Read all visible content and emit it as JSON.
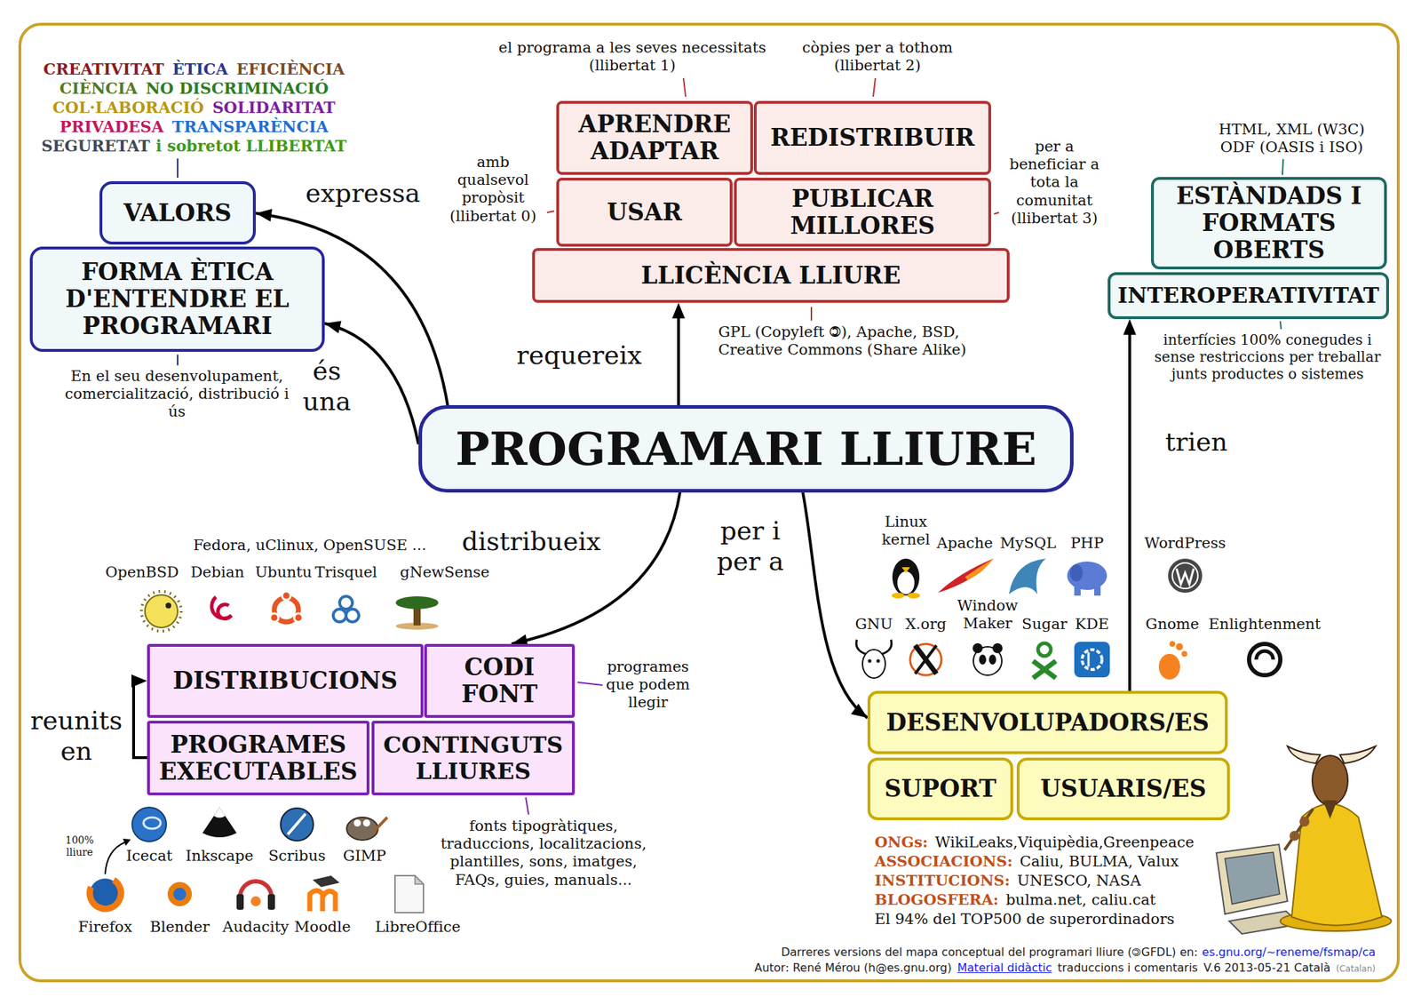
{
  "diagram": {
    "nodes": [
      {
        "text": [
          "VALORS"
        ]
      },
      {
        "text": [
          "FORMA ÈTICA D'ENTENDRE EL PROGRAMARI"
        ]
      },
      {
        "text": [
          "APRENDRE ADAPTAR"
        ]
      },
      {
        "text": [
          "REDISTRIBUIR"
        ]
      },
      {
        "text": [
          "USAR"
        ]
      },
      {
        "text": [
          "PUBLICAR MILLORES"
        ]
      },
      {
        "text": [
          "LLICÈNCIA LLIURE"
        ]
      },
      {
        "text": [
          "ESTÀNDADS I FORMATS OBERTS"
        ]
      },
      {
        "text": [
          "INTEROPERATIVITAT"
        ]
      },
      {
        "text": [
          "PROGRAMARI LLIURE"
        ]
      },
      {
        "text": [
          "DISTRIBUCIONS"
        ]
      },
      {
        "text": [
          "CODI FONT"
        ]
      },
      {
        "text": [
          "PROGRAMES EXECUTABLES"
        ]
      },
      {
        "text": [
          "CONTINGUTS LLIURES"
        ]
      },
      {
        "text": [
          "DESENVOLUPADORS/ES"
        ]
      },
      {
        "text": [
          "SUPORT"
        ]
      },
      {
        "text": [
          "USUARIS/ES"
        ]
      }
    ],
    "edges": [
      {
        "from": 9,
        "to": 0,
        "arrow": "to",
        "label": "expressa"
      },
      {
        "from": 9,
        "to": 1,
        "arrow": "to",
        "label": "és una"
      },
      {
        "from": 9,
        "to": 6,
        "arrow": "to",
        "label": "requereix"
      },
      {
        "from": 9,
        "to": 11,
        "arrow": "to",
        "label": "distribueix"
      },
      {
        "from": 9,
        "to": 14,
        "arrow": "to",
        "label": "per i per a"
      },
      {
        "from": 14,
        "to": 8,
        "arrow": "to",
        "label": "trien"
      },
      {
        "from": 12,
        "to": 10,
        "arrow": "to",
        "label": "reunits en"
      }
    ],
    "labels": [
      "CREATIVITAT",
      "ÈTICA",
      "EFICIÈNCIA",
      "CIÈNCIA",
      "NO DISCRIMINACIÓ",
      "COL·LABORACIÓ",
      "SOLIDARITAT",
      "PRIVADESA",
      "TRANSPARÈNCIA",
      "SEGURETAT",
      "i sobretot LLIBERTAT",
      "En el seu desenvolupament, comercialització, distribució i ús",
      "el programa a les seves necessitats (llibertat 1)",
      "còpies per a tothom (llibertat 2)",
      "amb qualsevol propòsit (llibertat 0)",
      "per a beneficiar a tota la comunitat (llibertat 3)",
      "GPL (Copyleft 🄯), Apache, BSD, Creative Commons (Share Alike)",
      "HTML, XML (W3C) ODF (OASIS i ISO)",
      "interfícies 100% conegudes i sense restriccions per treballar junts productes o sistemes",
      "Fedora, uClinux, OpenSUSE ...",
      "OpenBSD",
      "Debian",
      "Ubuntu",
      "Trisquel",
      "gNewSense",
      "programes que podem llegir",
      "fonts tipogràtiques, traduccions, localitzacions, plantilles, sons, imatges, FAQs, guies, manuals...",
      "100% lliure",
      "Icecat",
      "Inkscape",
      "Scribus",
      "GIMP",
      "Firefox",
      "Blender",
      "Audacity",
      "Moodle",
      "LibreOffice",
      "Linux kernel",
      "Apache",
      "MySQL",
      "PHP",
      "WordPress",
      "GNU",
      "X.org",
      "Window Maker",
      "Sugar",
      "KDE",
      "Gnome",
      "Enlightenment",
      "ONGs:",
      "WikiLeaks,Viquipèdia,Greenpeace",
      "ASSOCIACIONS:",
      "Caliu, BULMA, Valux",
      "INSTITUCIONS:",
      "UNESCO, NASA",
      "BLOGOSFERA:",
      "bulma.net, caliu.cat",
      "El 94% del TOP500 de superordinadors",
      "Darreres versions del mapa conceptual del programari lliure (🄯GFDL) en:",
      "es.gnu.org/~reneme/fsmap/ca",
      "Autor: René Mérou (h@es.gnu.org)",
      "Material didàctic",
      "traduccions i comentaris",
      "V.6 2013-05-21 Català",
      "(Catalan)"
    ]
  }
}
